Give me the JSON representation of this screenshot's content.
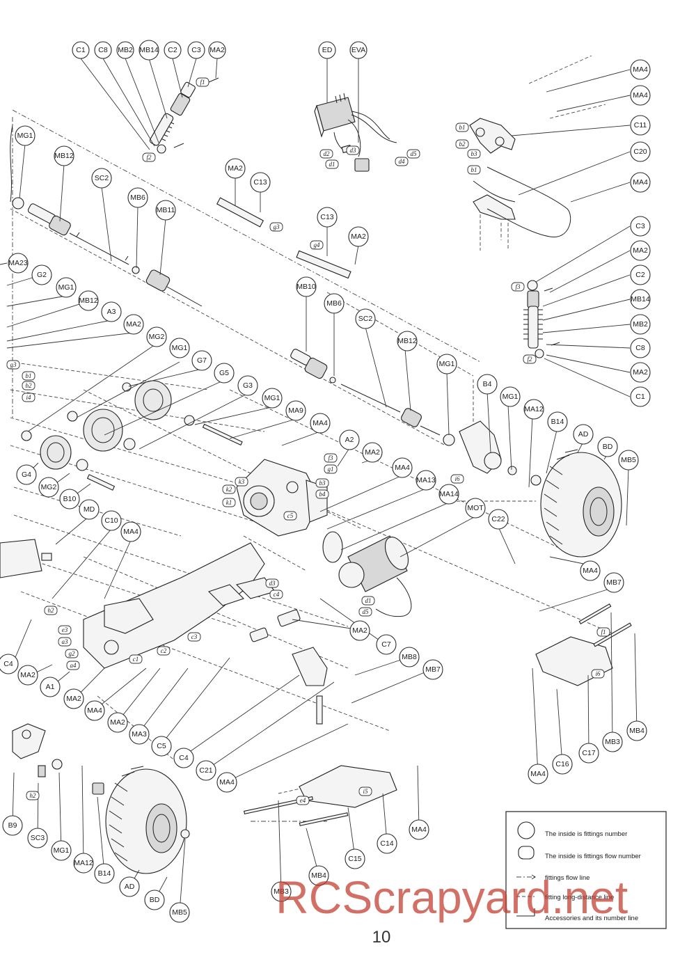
{
  "callouts": {
    "c1_top": "C1",
    "c8_top": "C8",
    "mb2_top": "MB2",
    "mb14_top": "MB14",
    "c2_top": "C2",
    "c3_top": "C3",
    "ma2_top": "MA2",
    "ed": "ED",
    "eva": "EVA",
    "ma4_r1": "MA4",
    "ma4_r2": "MA4",
    "c11": "C11",
    "c20": "C20",
    "ma4_r3": "MA4",
    "c3_r": "C3",
    "ma2_r1": "MA2",
    "c2_r": "C2",
    "mb14_r": "MB14",
    "mb2_r": "MB2",
    "c8_r": "C8",
    "ma2_r2": "MA2",
    "c1_r": "C1",
    "mg1_a": "MG1",
    "mb12_a": "MB12",
    "sc2_a": "SC2",
    "mb6_a": "MB6",
    "mb11": "MB11",
    "ma2_b": "MA2",
    "c13_a": "C13",
    "c13_b": "C13",
    "ma2_c": "MA2",
    "ma23": "MA23",
    "g2": "G2",
    "mg1_b": "MG1",
    "mb12_b": "MB12",
    "a3": "A3",
    "ma2_d": "MA2",
    "mg2_a": "MG2",
    "mg1_c": "MG1",
    "g7": "G7",
    "g5": "G5",
    "g3": "G3",
    "mg1_d": "MG1",
    "ma9": "MA9",
    "mb10": "MB10",
    "mb6_b": "MB6",
    "sc2_b": "SC2",
    "mb12_c": "MB12",
    "mg1_e": "MG1",
    "b4": "B4",
    "mg1_f": "MG1",
    "ma12_a": "MA12",
    "b14_a": "B14",
    "ad_a": "AD",
    "bd_a": "BD",
    "mb5_a": "MB5",
    "ma4_m": "MA4",
    "a2": "A2",
    "ma2_e": "MA2",
    "ma4_n": "MA4",
    "ma13": "MA13",
    "ma14": "MA14",
    "mot": "MOT",
    "c22": "C22",
    "ma4_o": "MA4",
    "mb7_a": "MB7",
    "g4": "G4",
    "mg2_b": "MG2",
    "b10": "B10",
    "md": "MD",
    "c10": "C10",
    "ma4_p": "MA4",
    "c4_l": "C4",
    "ma2_f": "MA2",
    "a1": "A1",
    "ma2_g": "MA2",
    "ma4_q": "MA4",
    "ma2_h": "MA2",
    "ma3": "MA3",
    "c5": "C5",
    "c4_b": "C4",
    "c21": "C21",
    "ma4_s": "MA4",
    "ma2_i": "MA2",
    "c7": "C7",
    "mb8": "MB8",
    "mb7_b": "MB7",
    "ma4_t": "MA4",
    "c16": "C16",
    "c17": "C17",
    "mb3_r": "MB3",
    "mb4_r": "MB4",
    "c14": "C14",
    "ma4_u": "MA4",
    "c15": "C15",
    "mb4_b": "MB4",
    "mb3_b": "MB3",
    "b9": "B9",
    "sc3": "SC3",
    "mg1_g": "MG1",
    "ma12_b": "MA12",
    "b14_b": "B14",
    "ad_b": "AD",
    "bd_b": "BD",
    "mb5_b": "MB5"
  },
  "flow_tags": {
    "f1_a": "f1",
    "f2": "f2",
    "d2_a": "d2",
    "d1_a": "d1",
    "d3_a": "d3",
    "d4": "d4",
    "d5_a": "d5",
    "b1_a": "b1",
    "b2_a": "b2",
    "b3_a": "b3",
    "b1_b": "b1",
    "f3_a": "f3",
    "f2_r": "f2",
    "g3": "g3",
    "g4": "g4",
    "g3_l": "g3",
    "b1_l": "b1",
    "b2_l": "b2",
    "i4": "i4",
    "f3_b": "f3",
    "g1": "g1",
    "k3": "k3",
    "b3_b": "b3",
    "k2": "k2",
    "b4": "b4",
    "k1": "k1",
    "c5": "c5",
    "i6_a": "i6",
    "d3_b": "d3",
    "c4": "c4",
    "d1_b": "d1",
    "d5_b": "d5",
    "h2_a": "h2",
    "e3": "e3",
    "a3": "a3",
    "g2": "g2",
    "a4": "a4",
    "c1": "c1",
    "c2": "c2",
    "c3": "c3",
    "f1_r": "f1",
    "i6_b": "i6",
    "e4": "e4",
    "i5": "i5",
    "h2_b": "h2"
  },
  "legend": {
    "fittings_number": "The inside is fittings number",
    "flow_number": "The inside is fittings flow number",
    "flow_line": "fittings flow line",
    "long_distance_line": "fitting long-distance line",
    "accessories_line": "Accessories and its number line"
  },
  "watermark": "RCScrapyard.net",
  "page_number": "10"
}
